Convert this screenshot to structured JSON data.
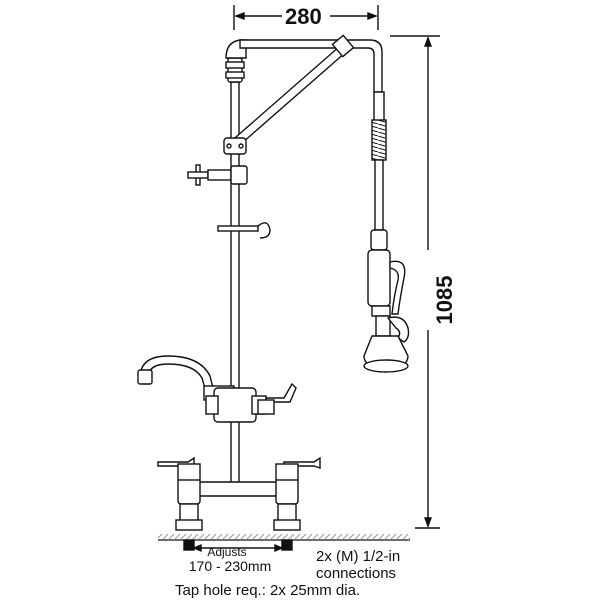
{
  "dimensions": {
    "width_label": "280",
    "height_label": "1085",
    "adjust_label": "Adjusts",
    "adjust_range": "170 - 230mm"
  },
  "notes": {
    "connections_line1": "2x (M) 1/2-in",
    "connections_line2": "connections",
    "tap_hole": "Tap hole req.: 2x 25mm dia."
  },
  "colors": {
    "line": "#111111",
    "fill": "#ffffff",
    "hatch": "#999999"
  }
}
